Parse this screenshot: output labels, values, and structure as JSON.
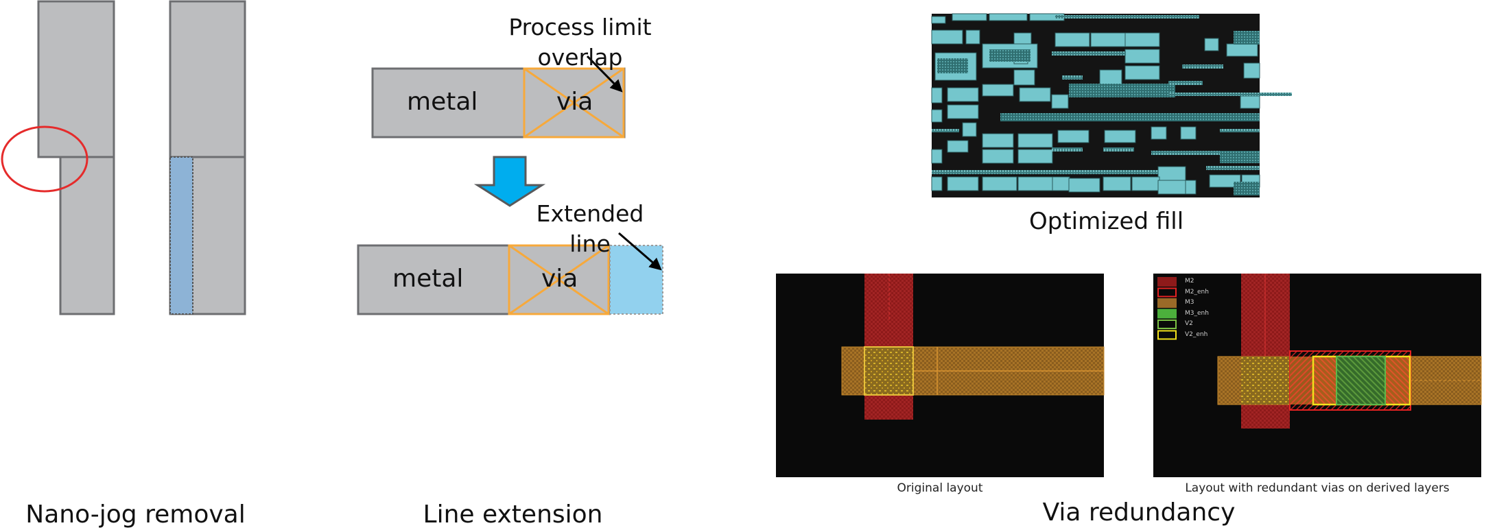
{
  "panels": {
    "nano_jog": {
      "caption": "Nano-jog removal",
      "colors": {
        "metal": "#bcbdbf",
        "outline": "#6d6e71",
        "filled_jog": "#8db3d6",
        "highlight_circle": "#e52b2b"
      }
    },
    "line_extension": {
      "caption": "Line extension",
      "before": {
        "metal_label": "metal",
        "via_label": "via",
        "annotation_line1": "Process limit",
        "annotation_line2": "overlap"
      },
      "after": {
        "metal_label": "metal",
        "via_label": "via",
        "annotation_line1": "Extended",
        "annotation_line2": "line"
      },
      "colors": {
        "metal": "#bcbdbf",
        "outline": "#6d6e71",
        "via_outline": "#f7a93b",
        "arrow": "#00adee",
        "extension": "#92d1ee"
      }
    },
    "optimized_fill": {
      "caption": "Optimized fill",
      "colors": {
        "background": "#141414",
        "fill": "#74c6cc",
        "pattern": "#3f8b8e"
      }
    },
    "via_redundancy": {
      "caption": "Via redundancy",
      "original": {
        "caption": "Original layout"
      },
      "redundant": {
        "caption": "Layout with redundant vias on derived layers",
        "legend": [
          {
            "name": "M2",
            "color": "#8e1a1a"
          },
          {
            "name": "M2_enh",
            "color": "#e52222"
          },
          {
            "name": "M3",
            "color": "#9a6a28"
          },
          {
            "name": "M3_enh",
            "color": "#4caf3c"
          },
          {
            "name": "V2",
            "color": "#7bc043"
          },
          {
            "name": "V2_enh",
            "color": "#f2e21b"
          }
        ]
      },
      "colors": {
        "background": "#0a0a0a",
        "m2": "#8e1a1a",
        "m3": "#a26e22",
        "v2": "#e1c22a",
        "m2_enh": "#e52222",
        "m3_enh": "#3f9b3a",
        "v2_enh": "#f2e21b"
      }
    }
  }
}
